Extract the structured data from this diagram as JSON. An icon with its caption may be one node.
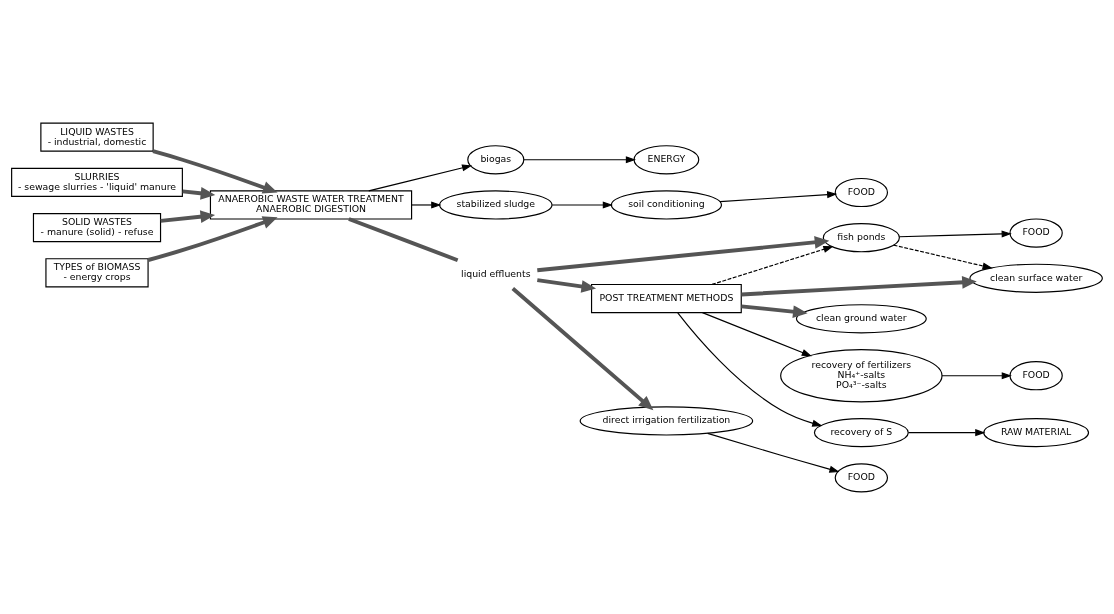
{
  "diagram": {
    "nodes": [
      {
        "text": [
          "LIQUID WASTES",
          "- industrial, domestic"
        ]
      },
      {
        "text": [
          "SLURRIES",
          "- sewage slurries - 'liquid' manure"
        ]
      },
      {
        "text": [
          "SOLID WASTES",
          "- manure (solid) - refuse"
        ]
      },
      {
        "text": [
          "TYPES of BIOMASS",
          "- energy crops"
        ]
      },
      {
        "text": [
          "ANAEROBIC WASTE WATER TREATMENT",
          "ANAEROBIC DIGESTION"
        ]
      },
      {
        "text": [
          "biogas"
        ]
      },
      {
        "text": [
          "ENERGY"
        ]
      },
      {
        "text": [
          "stabilized sludge"
        ]
      },
      {
        "text": [
          "soil conditioning"
        ]
      },
      {
        "text": [
          "FOOD"
        ]
      },
      {
        "text": [
          "liquid effluents"
        ]
      },
      {
        "text": [
          "fish ponds"
        ]
      },
      {
        "text": [
          "FOOD"
        ]
      },
      {
        "text": [
          "POST TREATMENT METHODS"
        ]
      },
      {
        "text": [
          "clean surface water"
        ]
      },
      {
        "text": [
          "clean ground water"
        ]
      },
      {
        "text": [
          "direct irrigation fertilization"
        ]
      },
      {
        "text": [
          "FOOD"
        ]
      },
      {
        "text": [
          "recovery of fertilizers",
          "NH₄⁺-salts",
          "PO₄³⁻-salts"
        ]
      },
      {
        "text": [
          "FOOD"
        ]
      },
      {
        "text": [
          "recovery of S"
        ]
      },
      {
        "text": [
          "RAW MATERIAL"
        ]
      }
    ],
    "edges": [
      {
        "from": 0,
        "to": 4,
        "arrow": "to",
        "style": "thick"
      },
      {
        "from": 1,
        "to": 4,
        "arrow": "to",
        "style": "thick"
      },
      {
        "from": 2,
        "to": 4,
        "arrow": "to",
        "style": "thick"
      },
      {
        "from": 3,
        "to": 4,
        "arrow": "to",
        "style": "thick"
      },
      {
        "from": 4,
        "to": 5,
        "arrow": "to"
      },
      {
        "from": 5,
        "to": 6,
        "arrow": "to"
      },
      {
        "from": 4,
        "to": 7,
        "arrow": "to"
      },
      {
        "from": 7,
        "to": 8,
        "arrow": "to"
      },
      {
        "from": 8,
        "to": 9,
        "arrow": "to"
      },
      {
        "from": 4,
        "to": 10,
        "arrow": "none",
        "style": "thick"
      },
      {
        "from": 10,
        "to": 13,
        "arrow": "to",
        "style": "thick"
      },
      {
        "from": 10,
        "to": 11,
        "arrow": "to",
        "style": "thick"
      },
      {
        "from": 10,
        "to": 16,
        "arrow": "to",
        "style": "thick"
      },
      {
        "from": 11,
        "to": 12,
        "arrow": "to"
      },
      {
        "from": 11,
        "to": 14,
        "arrow": "to",
        "style": "dashed"
      },
      {
        "from": 13,
        "to": 11,
        "arrow": "to",
        "style": "dashed"
      },
      {
        "from": 13,
        "to": 14,
        "arrow": "to",
        "style": "thick"
      },
      {
        "from": 13,
        "to": 15,
        "arrow": "to",
        "style": "thick"
      },
      {
        "from": 13,
        "to": 18,
        "arrow": "to"
      },
      {
        "from": 13,
        "to": 20,
        "arrow": "to"
      },
      {
        "from": 16,
        "to": 17,
        "arrow": "to"
      },
      {
        "from": 18,
        "to": 19,
        "arrow": "to"
      },
      {
        "from": 20,
        "to": 21,
        "arrow": "to"
      }
    ]
  }
}
